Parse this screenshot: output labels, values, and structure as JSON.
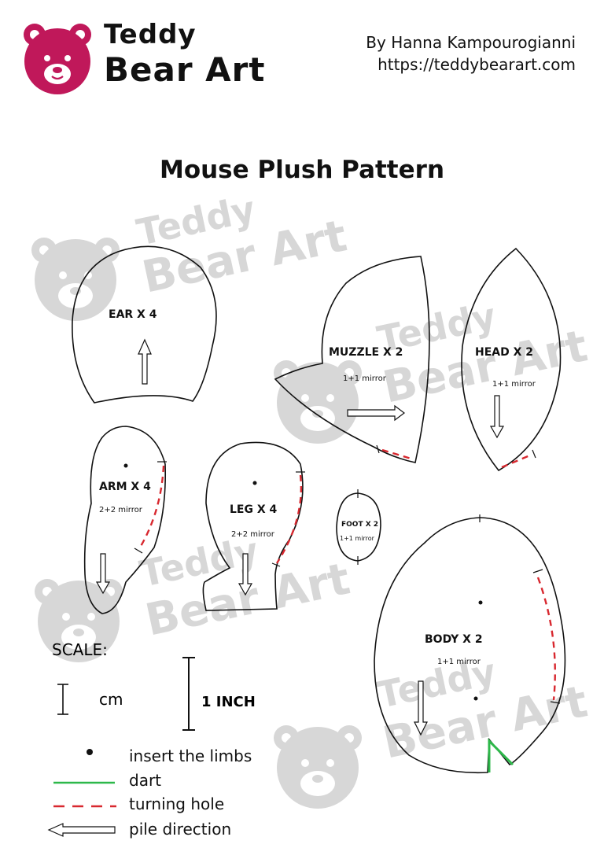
{
  "header": {
    "brand_line1": "Teddy",
    "brand_line2": "Bear Art",
    "author": "By Hanna Kampourogianni",
    "website": "https://teddybearart.com",
    "brand_color": "#c0185a"
  },
  "title": "Mouse Plush Pattern",
  "watermark": {
    "line1": "Teddy",
    "line2": "Bear Art"
  },
  "pieces": {
    "ear": {
      "label": "EAR X 4"
    },
    "muzzle": {
      "label": "MUZZLE X 2",
      "note": "1+1 mirror"
    },
    "head": {
      "label": "HEAD X 2",
      "note": "1+1 mirror"
    },
    "arm": {
      "label": "ARM X 4",
      "note": "2+2 mirror"
    },
    "leg": {
      "label": "LEG X 4",
      "note": "2+2 mirror"
    },
    "foot": {
      "label": "FOOT X 2",
      "note": "1+1 mirror"
    },
    "body": {
      "label": "BODY X 2",
      "note": "1+1 mirror"
    }
  },
  "scale": {
    "label": "SCALE:",
    "cm_label": "cm",
    "inch_label": "1 INCH"
  },
  "legend": {
    "limbs": "insert the limbs",
    "dart": "dart",
    "turning_hole": "turning hole",
    "pile_direction": "pile direction"
  },
  "colors": {
    "dart": "#2db84a",
    "turning_hole": "#d8282f",
    "watermark": "#d7d7d7",
    "outline": "#111111"
  }
}
